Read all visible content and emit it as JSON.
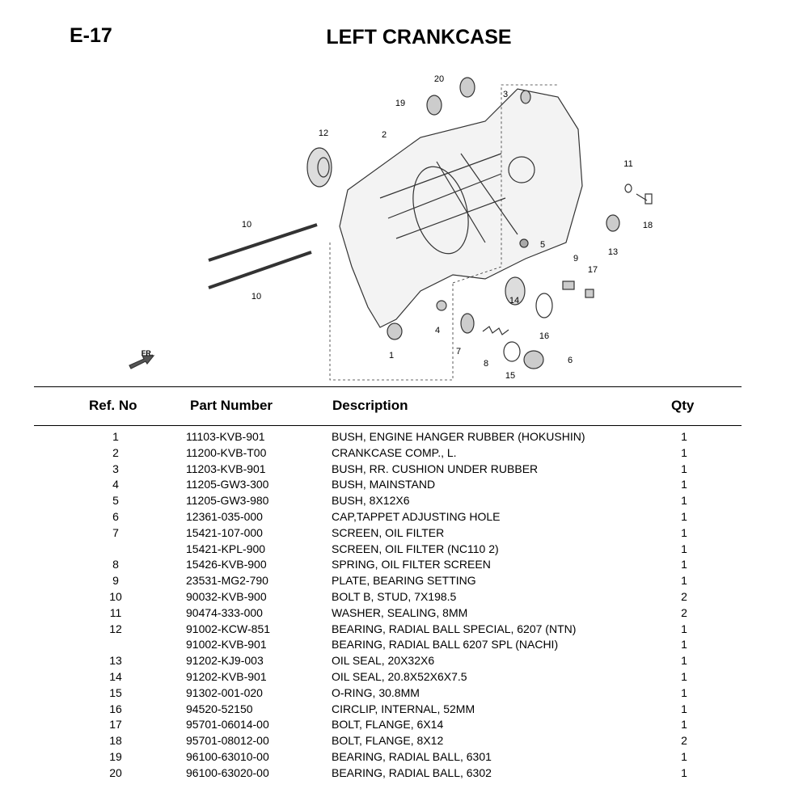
{
  "page": {
    "code": "E-17",
    "title": "LEFT CRANKCASE"
  },
  "diagram": {
    "callouts": [
      {
        "label": "20"
      },
      {
        "label": "19"
      },
      {
        "label": "3"
      },
      {
        "label": "12"
      },
      {
        "label": "2"
      },
      {
        "label": "11"
      },
      {
        "label": "18"
      },
      {
        "label": "10"
      },
      {
        "label": "10"
      },
      {
        "label": "5"
      },
      {
        "label": "13"
      },
      {
        "label": "9"
      },
      {
        "label": "17"
      },
      {
        "label": "14"
      },
      {
        "label": "16"
      },
      {
        "label": "7"
      },
      {
        "label": "8"
      },
      {
        "label": "15"
      },
      {
        "label": "6"
      },
      {
        "label": "4"
      },
      {
        "label": "1"
      }
    ],
    "front_label": "FR."
  },
  "table": {
    "headers": {
      "ref": "Ref. No",
      "part": "Part Number",
      "desc": "Description",
      "qty": "Qty"
    },
    "rows": [
      {
        "ref": "1",
        "part": "11103-KVB-901",
        "desc": "BUSH, ENGINE HANGER RUBBER (HOKUSHIN)",
        "qty": "1"
      },
      {
        "ref": "2",
        "part": "11200-KVB-T00",
        "desc": "CRANKCASE COMP., L.",
        "qty": "1"
      },
      {
        "ref": "3",
        "part": "11203-KVB-901",
        "desc": "BUSH, RR. CUSHION UNDER RUBBER",
        "qty": "1"
      },
      {
        "ref": "4",
        "part": "11205-GW3-300",
        "desc": "BUSH, MAINSTAND",
        "qty": "1"
      },
      {
        "ref": "5",
        "part": "11205-GW3-980",
        "desc": "BUSH, 8X12X6",
        "qty": "1"
      },
      {
        "ref": "6",
        "part": "12361-035-000",
        "desc": "CAP,TAPPET ADJUSTING HOLE",
        "qty": "1"
      },
      {
        "ref": "7",
        "part": "15421-107-000",
        "desc": "SCREEN, OIL FILTER",
        "qty": "1"
      },
      {
        "ref": "",
        "part": "15421-KPL-900",
        "desc": "SCREEN, OIL FILTER (NC110 2)",
        "qty": "1"
      },
      {
        "ref": "8",
        "part": "15426-KVB-900",
        "desc": "SPRING, OIL FILTER SCREEN",
        "qty": "1"
      },
      {
        "ref": "9",
        "part": "23531-MG2-790",
        "desc": "PLATE, BEARING SETTING",
        "qty": "1"
      },
      {
        "ref": "10",
        "part": "90032-KVB-900",
        "desc": "BOLT B, STUD, 7X198.5",
        "qty": "2"
      },
      {
        "ref": "11",
        "part": "90474-333-000",
        "desc": "WASHER, SEALING, 8MM",
        "qty": "2"
      },
      {
        "ref": "12",
        "part": "91002-KCW-851",
        "desc": "BEARING, RADIAL BALL SPECIAL, 6207 (NTN)",
        "qty": "1"
      },
      {
        "ref": "",
        "part": "91002-KVB-901",
        "desc": "BEARING, RADIAL BALL 6207 SPL (NACHI)",
        "qty": "1"
      },
      {
        "ref": "13",
        "part": "91202-KJ9-003",
        "desc": "OIL SEAL, 20X32X6",
        "qty": "1"
      },
      {
        "ref": "14",
        "part": "91202-KVB-901",
        "desc": "OIL SEAL, 20.8X52X6X7.5",
        "qty": "1"
      },
      {
        "ref": "15",
        "part": "91302-001-020",
        "desc": "O-RING, 30.8MM",
        "qty": "1"
      },
      {
        "ref": "16",
        "part": "94520-52150",
        "desc": "CIRCLIP, INTERNAL, 52MM",
        "qty": "1"
      },
      {
        "ref": "17",
        "part": "95701-06014-00",
        "desc": "BOLT, FLANGE, 6X14",
        "qty": "1"
      },
      {
        "ref": "18",
        "part": "95701-08012-00",
        "desc": "BOLT, FLANGE, 8X12",
        "qty": "2"
      },
      {
        "ref": "19",
        "part": "96100-63010-00",
        "desc": "BEARING, RADIAL BALL, 6301",
        "qty": "1"
      },
      {
        "ref": "20",
        "part": "96100-63020-00",
        "desc": "BEARING, RADIAL BALL, 6302",
        "qty": "1"
      }
    ]
  }
}
